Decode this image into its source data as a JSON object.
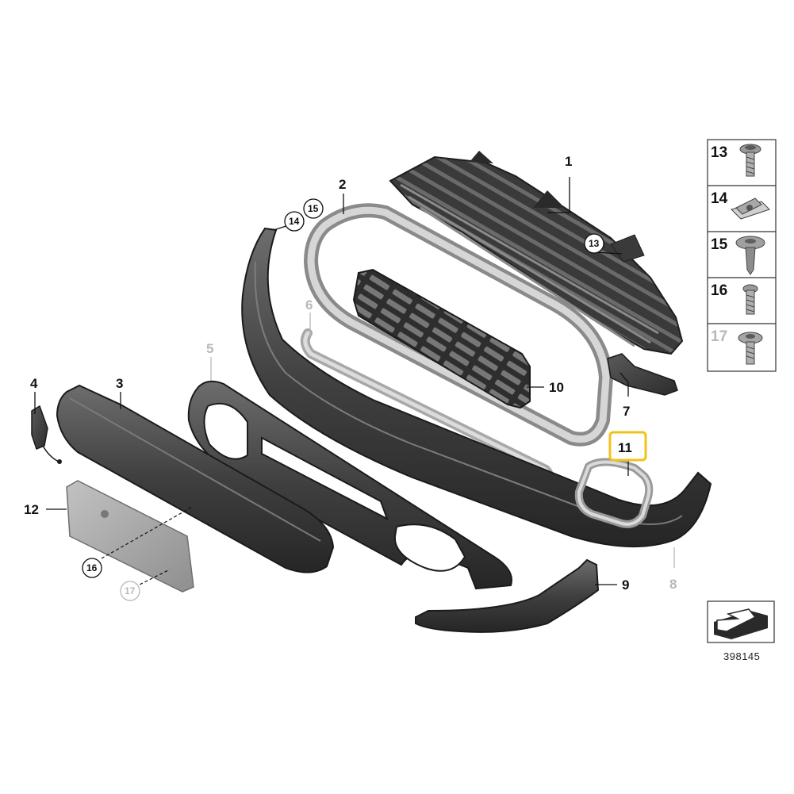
{
  "diagram": {
    "reference_number": "398145",
    "highlight_color": "#f2c21b",
    "part_labels": [
      {
        "key": "p1",
        "text": "1",
        "faded": false
      },
      {
        "key": "p2",
        "text": "2",
        "faded": false
      },
      {
        "key": "p3",
        "text": "3",
        "faded": false
      },
      {
        "key": "p4",
        "text": "4",
        "faded": false
      },
      {
        "key": "p5",
        "text": "5",
        "faded": true
      },
      {
        "key": "p6",
        "text": "6",
        "faded": true
      },
      {
        "key": "p7",
        "text": "7",
        "faded": false
      },
      {
        "key": "p8",
        "text": "8",
        "faded": true
      },
      {
        "key": "p9",
        "text": "9",
        "faded": false
      },
      {
        "key": "p10",
        "text": "10",
        "faded": false
      },
      {
        "key": "p11",
        "text": "11",
        "faded": false,
        "highlighted": true
      },
      {
        "key": "p12",
        "text": "12",
        "faded": false
      }
    ],
    "circled_labels": [
      {
        "key": "c13",
        "text": "13"
      },
      {
        "key": "c14",
        "text": "14"
      },
      {
        "key": "c15",
        "text": "15"
      },
      {
        "key": "c16",
        "text": "16"
      },
      {
        "key": "c17",
        "text": "17",
        "faded": true
      }
    ],
    "fastener_panel": [
      {
        "number": "13",
        "part": "screw",
        "faded": false
      },
      {
        "number": "14",
        "part": "clip-nut",
        "faded": false
      },
      {
        "number": "15",
        "part": "push-rivet",
        "faded": false
      },
      {
        "number": "16",
        "part": "bolt",
        "faded": false
      },
      {
        "number": "17",
        "part": "flange-screw",
        "faded": true
      }
    ],
    "icons": [
      "reference-arrow-icon"
    ]
  }
}
